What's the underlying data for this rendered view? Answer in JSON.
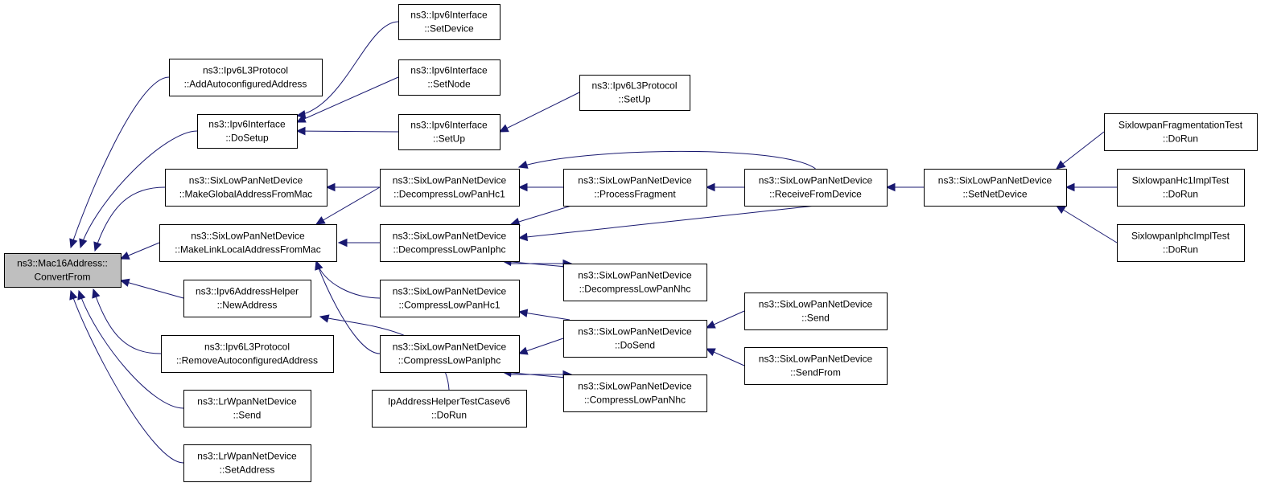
{
  "graph": {
    "edge_color": "#191970",
    "root_fill": "#bfbfbf",
    "node_fill": "#ffffff",
    "nodes": [
      {
        "id": "root",
        "lines": [
          "ns3::Mac16Address::",
          "ConvertFrom"
        ],
        "root": true
      },
      {
        "id": "ipv6l3_addauto",
        "lines": [
          "ns3::Ipv6L3Protocol",
          "::AddAutoconfiguredAddress"
        ]
      },
      {
        "id": "ipv6if_dosetup",
        "lines": [
          "ns3::Ipv6Interface",
          "::DoSetup"
        ]
      },
      {
        "id": "sixlow_makeglobal",
        "lines": [
          "ns3::SixLowPanNetDevice",
          "::MakeGlobalAddressFromMac"
        ]
      },
      {
        "id": "sixlow_makelink",
        "lines": [
          "ns3::SixLowPanNetDevice",
          "::MakeLinkLocalAddressFromMac"
        ]
      },
      {
        "id": "ipv6helper_newaddr",
        "lines": [
          "ns3::Ipv6AddressHelper",
          "::NewAddress"
        ]
      },
      {
        "id": "ipv6l3_removeauto",
        "lines": [
          "ns3::Ipv6L3Protocol",
          "::RemoveAutoconfiguredAddress"
        ]
      },
      {
        "id": "lrwpan_send",
        "lines": [
          "ns3::LrWpanNetDevice",
          "::Send"
        ]
      },
      {
        "id": "lrwpan_setaddr",
        "lines": [
          "ns3::LrWpanNetDevice",
          "::SetAddress"
        ]
      },
      {
        "id": "ipv6if_setdevice",
        "lines": [
          "ns3::Ipv6Interface",
          "::SetDevice"
        ]
      },
      {
        "id": "ipv6if_setnode",
        "lines": [
          "ns3::Ipv6Interface",
          "::SetNode"
        ]
      },
      {
        "id": "ipv6if_setup",
        "lines": [
          "ns3::Ipv6Interface",
          "::SetUp"
        ]
      },
      {
        "id": "ipv6l3_setup",
        "lines": [
          "ns3::Ipv6L3Protocol",
          "::SetUp"
        ]
      },
      {
        "id": "sixlow_decomphc1",
        "lines": [
          "ns3::SixLowPanNetDevice",
          "::DecompressLowPanHc1"
        ]
      },
      {
        "id": "sixlow_decompiphc",
        "lines": [
          "ns3::SixLowPanNetDevice",
          "::DecompressLowPanIphc"
        ]
      },
      {
        "id": "sixlow_comphc1",
        "lines": [
          "ns3::SixLowPanNetDevice",
          "::CompressLowPanHc1"
        ]
      },
      {
        "id": "sixlow_compiphc",
        "lines": [
          "ns3::SixLowPanNetDevice",
          "::CompressLowPanIphc"
        ]
      },
      {
        "id": "iphelper_test",
        "lines": [
          "IpAddressHelperTestCasev6",
          "::DoRun"
        ]
      },
      {
        "id": "sixlow_procfrag",
        "lines": [
          "ns3::SixLowPanNetDevice",
          "::ProcessFragment"
        ]
      },
      {
        "id": "sixlow_decompnhc",
        "lines": [
          "ns3::SixLowPanNetDevice",
          "::DecompressLowPanNhc"
        ]
      },
      {
        "id": "sixlow_dosend",
        "lines": [
          "ns3::SixLowPanNetDevice",
          "::DoSend"
        ]
      },
      {
        "id": "sixlow_compnhc",
        "lines": [
          "ns3::SixLowPanNetDevice",
          "::CompressLowPanNhc"
        ]
      },
      {
        "id": "sixlow_recv",
        "lines": [
          "ns3::SixLowPanNetDevice",
          "::ReceiveFromDevice"
        ]
      },
      {
        "id": "sixlow_send",
        "lines": [
          "ns3::SixLowPanNetDevice",
          "::Send"
        ]
      },
      {
        "id": "sixlow_sendfrom",
        "lines": [
          "ns3::SixLowPanNetDevice",
          "::SendFrom"
        ]
      },
      {
        "id": "sixlow_setnetdev",
        "lines": [
          "ns3::SixLowPanNetDevice",
          "::SetNetDevice"
        ]
      },
      {
        "id": "frag_test",
        "lines": [
          "SixlowpanFragmentationTest",
          "::DoRun"
        ]
      },
      {
        "id": "hc1_test",
        "lines": [
          "SixlowpanHc1ImplTest",
          "::DoRun"
        ]
      },
      {
        "id": "iphc_test",
        "lines": [
          "SixlowpanIphcImplTest",
          "::DoRun"
        ]
      }
    ],
    "edges": [
      {
        "from": "ipv6l3_addauto",
        "to": "root"
      },
      {
        "from": "ipv6if_dosetup",
        "to": "root"
      },
      {
        "from": "sixlow_makeglobal",
        "to": "root"
      },
      {
        "from": "sixlow_makelink",
        "to": "root"
      },
      {
        "from": "ipv6helper_newaddr",
        "to": "root"
      },
      {
        "from": "ipv6l3_removeauto",
        "to": "root"
      },
      {
        "from": "lrwpan_send",
        "to": "root"
      },
      {
        "from": "lrwpan_setaddr",
        "to": "root"
      },
      {
        "from": "ipv6if_setdevice",
        "to": "ipv6if_dosetup"
      },
      {
        "from": "ipv6if_setnode",
        "to": "ipv6if_dosetup"
      },
      {
        "from": "ipv6if_setup",
        "to": "ipv6if_dosetup"
      },
      {
        "from": "ipv6l3_setup",
        "to": "ipv6if_setup"
      },
      {
        "from": "sixlow_decomphc1",
        "to": "sixlow_makeglobal"
      },
      {
        "from": "sixlow_decomphc1",
        "to": "sixlow_makelink"
      },
      {
        "from": "sixlow_decompiphc",
        "to": "sixlow_makelink"
      },
      {
        "from": "sixlow_comphc1",
        "to": "sixlow_makelink"
      },
      {
        "from": "sixlow_compiphc",
        "to": "sixlow_makelink"
      },
      {
        "from": "iphelper_test",
        "to": "ipv6helper_newaddr"
      },
      {
        "from": "sixlow_procfrag",
        "to": "sixlow_decomphc1"
      },
      {
        "from": "sixlow_recv",
        "to": "sixlow_decomphc1"
      },
      {
        "from": "sixlow_procfrag",
        "to": "sixlow_decompiphc"
      },
      {
        "from": "sixlow_recv",
        "to": "sixlow_decompiphc"
      },
      {
        "from": "sixlow_decompnhc",
        "to": "sixlow_decompiphc"
      },
      {
        "from": "sixlow_dosend",
        "to": "sixlow_comphc1"
      },
      {
        "from": "sixlow_dosend",
        "to": "sixlow_compiphc"
      },
      {
        "from": "sixlow_compnhc",
        "to": "sixlow_compiphc"
      },
      {
        "from": "sixlow_recv",
        "to": "sixlow_procfrag"
      },
      {
        "from": "sixlow_decompiphc",
        "to": "sixlow_decompnhc"
      },
      {
        "from": "sixlow_compiphc",
        "to": "sixlow_compnhc"
      },
      {
        "from": "sixlow_send",
        "to": "sixlow_dosend"
      },
      {
        "from": "sixlow_sendfrom",
        "to": "sixlow_dosend"
      },
      {
        "from": "sixlow_setnetdev",
        "to": "sixlow_recv"
      },
      {
        "from": "frag_test",
        "to": "sixlow_setnetdev"
      },
      {
        "from": "hc1_test",
        "to": "sixlow_setnetdev"
      },
      {
        "from": "iphc_test",
        "to": "sixlow_setnetdev"
      }
    ]
  }
}
